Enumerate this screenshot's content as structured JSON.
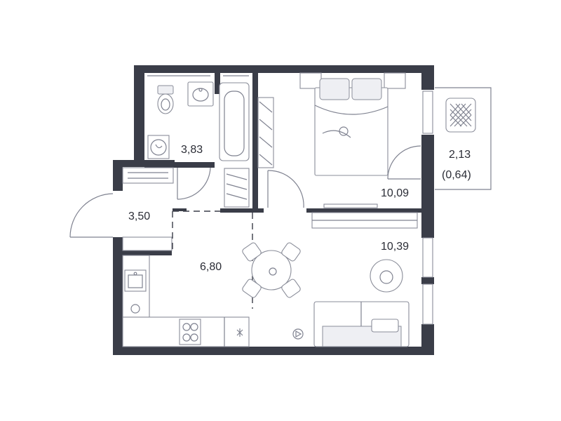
{
  "colors": {
    "wall": "#3a3d48",
    "line": "#7f8290",
    "furniture_fill": "#eeeff3"
  },
  "rooms": {
    "bathroom": {
      "area": "3,83"
    },
    "hall": {
      "area": "3,50"
    },
    "kitchen": {
      "area": "6,80"
    },
    "bedroom": {
      "area": "10,09"
    },
    "living": {
      "area": "10,39"
    },
    "balcony": {
      "area": "2,13",
      "area_reduced": "(0,64)"
    }
  },
  "icons": [
    "toilet-icon",
    "sink-icon",
    "bathtub-icon",
    "washing-machine-icon",
    "bed-icon",
    "armchair-icon",
    "dining-table-icon",
    "sofa-icon",
    "stove-icon",
    "kitchen-sink-icon",
    "laundry-basket-icon",
    "tv-icon",
    "coffee-table-icon"
  ]
}
